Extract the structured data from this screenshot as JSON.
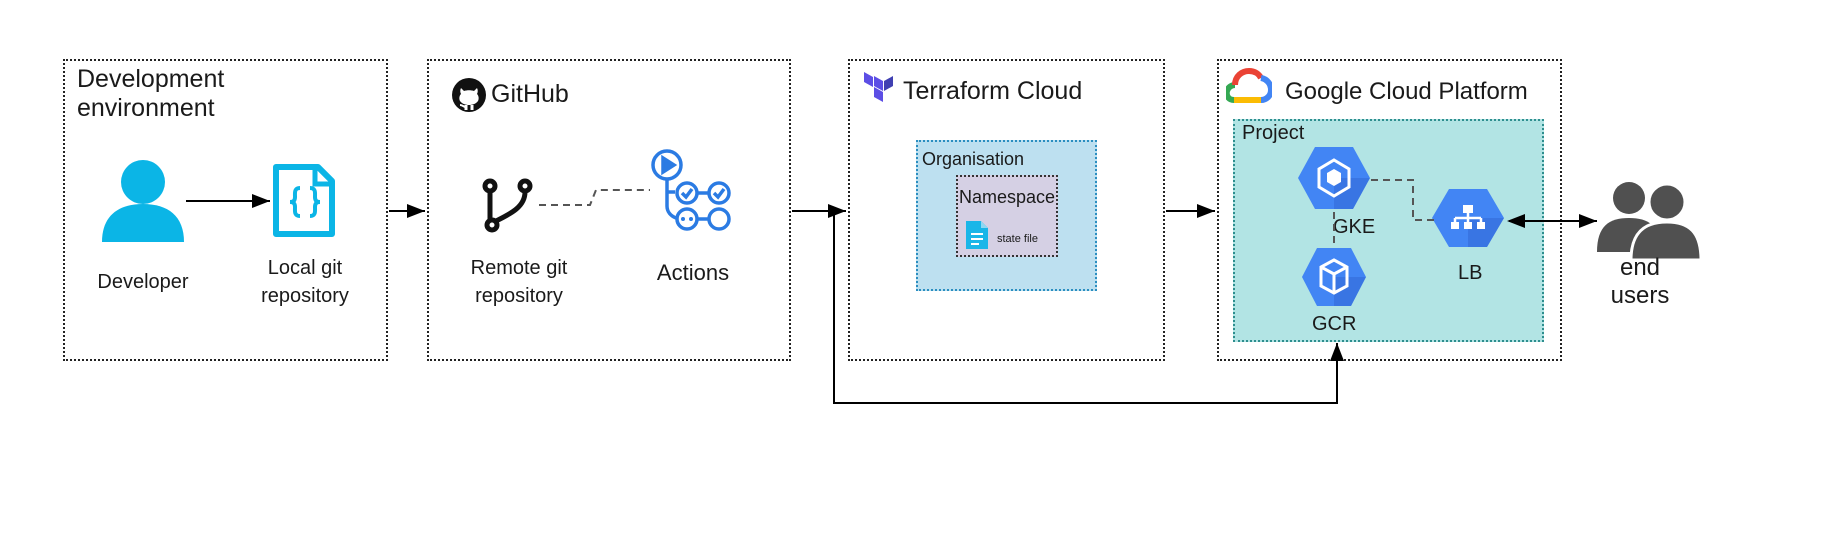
{
  "diagram": {
    "dev_env": {
      "title": "Development\nenvironment",
      "developer": "Developer",
      "local_repo": "Local git\nrepository"
    },
    "github": {
      "title": "GitHub",
      "remote_repo": "Remote git\nrepository",
      "actions": "Actions"
    },
    "terraform": {
      "title": "Terraform Cloud",
      "organisation": "Organisation",
      "namespace": "Namespace",
      "state_file": "state file"
    },
    "gcp": {
      "title": "Google Cloud Platform",
      "project": "Project",
      "gke": "GKE",
      "gcr": "GCR",
      "lb": "LB"
    },
    "end_users": "end\nusers"
  },
  "colors": {
    "accent_blue": "#1ab6e8",
    "gcp_blue": "#4285f4",
    "project_bg": "#b2e4e4",
    "org_bg": "#bde0f0",
    "namespace_bg": "#d5d0e4",
    "terraform_purple": "#5c4ee5",
    "line": "#000000",
    "users_gray": "#505050"
  }
}
